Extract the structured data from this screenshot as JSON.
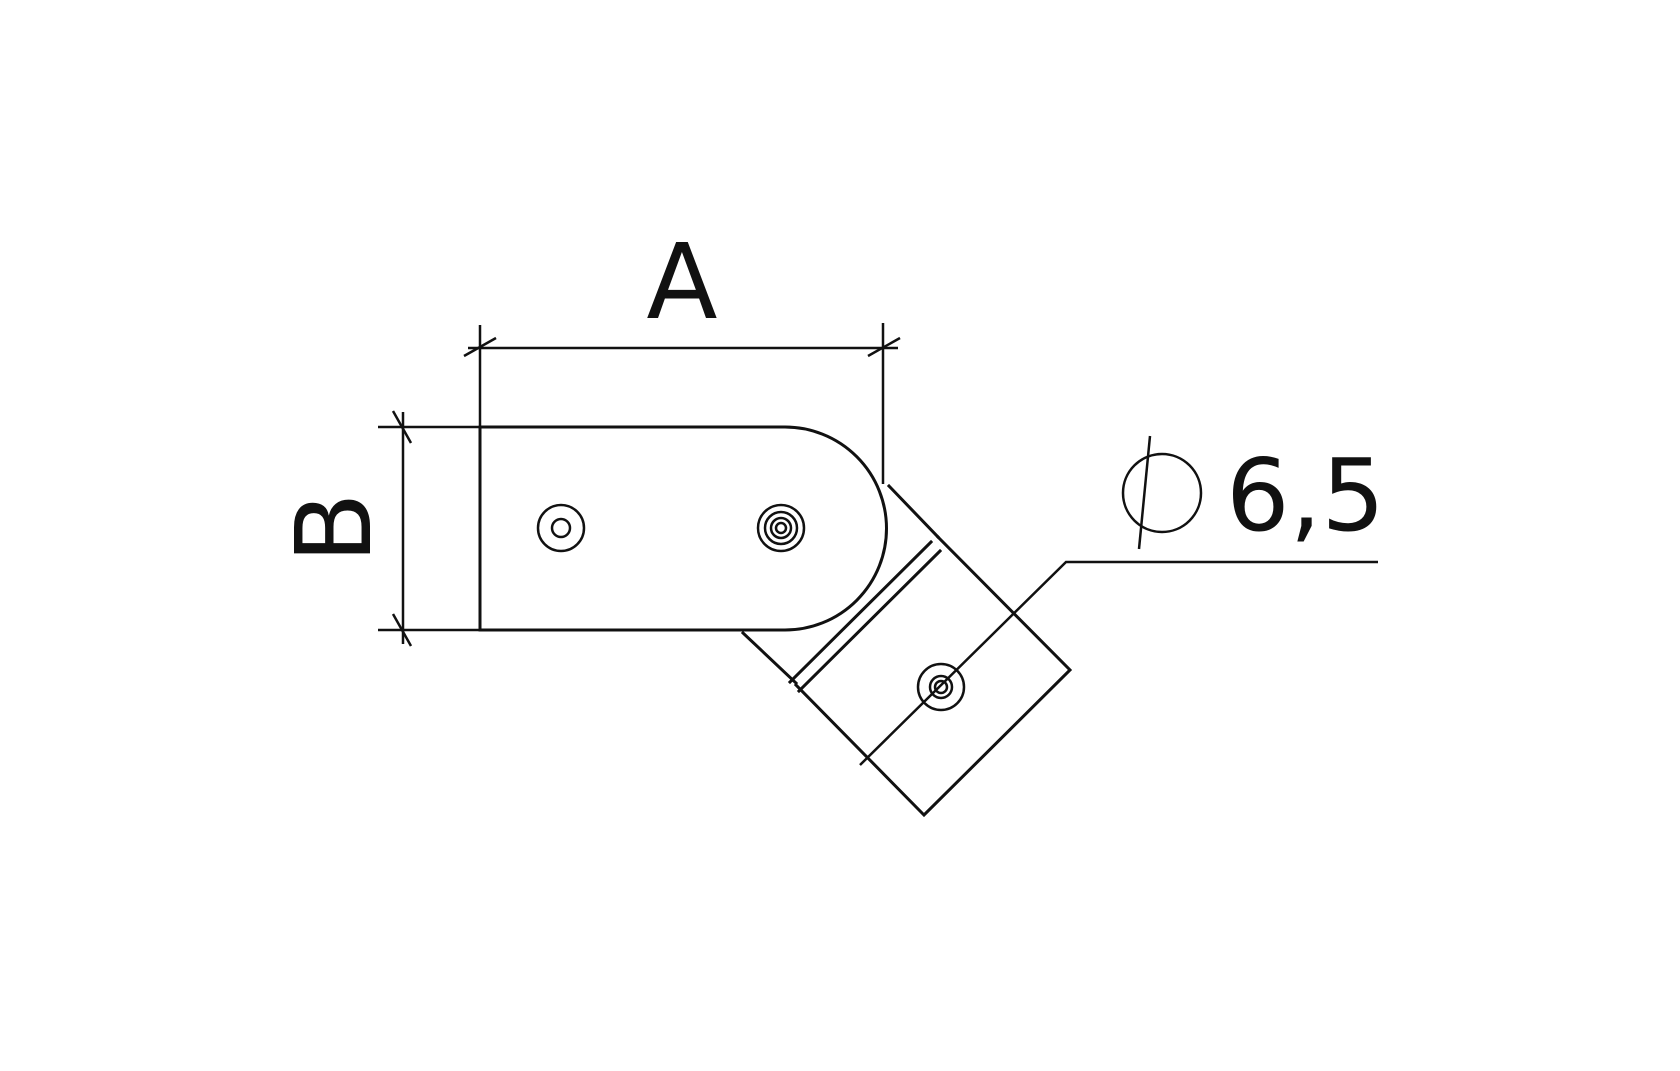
{
  "diagram": {
    "dimension_a_label": "A",
    "dimension_b_label": "B",
    "hole_diameter_symbol": "⌀",
    "hole_diameter_value": "6,5",
    "colors": {
      "line": "#111111",
      "background": "#ffffff"
    }
  }
}
